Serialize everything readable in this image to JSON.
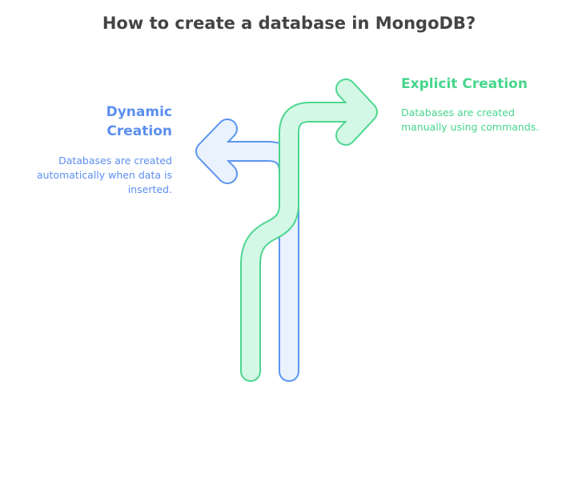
{
  "title": "How to create a database in MongoDB?",
  "branches": [
    {
      "heading": "Dynamic Creation",
      "description": "Databases are created automatically when data is inserted.",
      "color": "#5B96F0",
      "fill": "#EAF2FE",
      "direction": "left"
    },
    {
      "heading": "Explicit Creation",
      "description": "Databases are created manually using commands.",
      "color": "#4ED690",
      "fill": "#E0FBEE",
      "direction": "right"
    }
  ]
}
